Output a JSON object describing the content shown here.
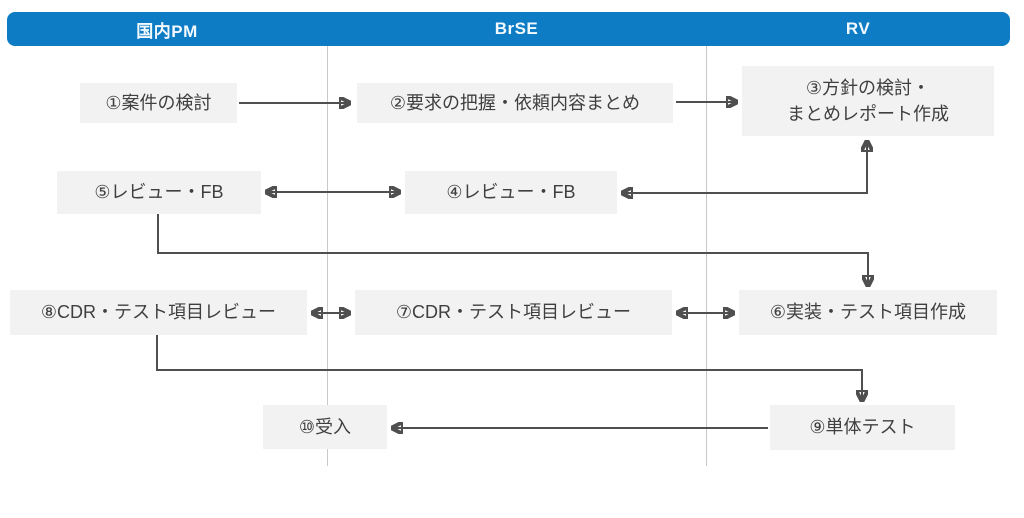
{
  "header": {
    "columns": [
      "国内PM",
      "BrSE",
      "RV"
    ]
  },
  "nodes": {
    "n1": {
      "label": "①案件の検討"
    },
    "n2": {
      "label": "②要求の把握・依頼内容まとめ"
    },
    "n3": {
      "lines": [
        "③方針の検討・",
        "まとめレポート作成"
      ]
    },
    "n4": {
      "label": "④レビュー・FB"
    },
    "n5": {
      "label": "⑤レビュー・FB"
    },
    "n6": {
      "label": "⑥実装・テスト項目作成"
    },
    "n7": {
      "label": "⑦CDR・テスト項目レビュー"
    },
    "n8": {
      "label": "⑧CDR・テスト項目レビュー"
    },
    "n9": {
      "label": "⑨単体テスト"
    },
    "n10": {
      "label": "⑩受入"
    }
  },
  "edges": [
    {
      "from": "n1",
      "to": "n2",
      "type": "arrow"
    },
    {
      "from": "n2",
      "to": "n3",
      "type": "arrow"
    },
    {
      "from": "n4",
      "to": "n3",
      "type": "double-arrow"
    },
    {
      "from": "n5",
      "to": "n4",
      "type": "double-arrow"
    },
    {
      "from": "n5",
      "to": "n6",
      "type": "arrow"
    },
    {
      "from": "n8",
      "to": "n7",
      "type": "double-arrow"
    },
    {
      "from": "n7",
      "to": "n6",
      "type": "double-arrow"
    },
    {
      "from": "n8",
      "to": "n9",
      "type": "arrow"
    },
    {
      "from": "n9",
      "to": "n10",
      "type": "arrow"
    }
  ],
  "colors": {
    "header_bg": "#0d7cc4",
    "header_text": "#f2f9fe",
    "box_bg": "#f2f2f2",
    "box_text": "#3f3f3f",
    "arrow": "#4f4f4f",
    "divider": "#c9c9c9"
  }
}
